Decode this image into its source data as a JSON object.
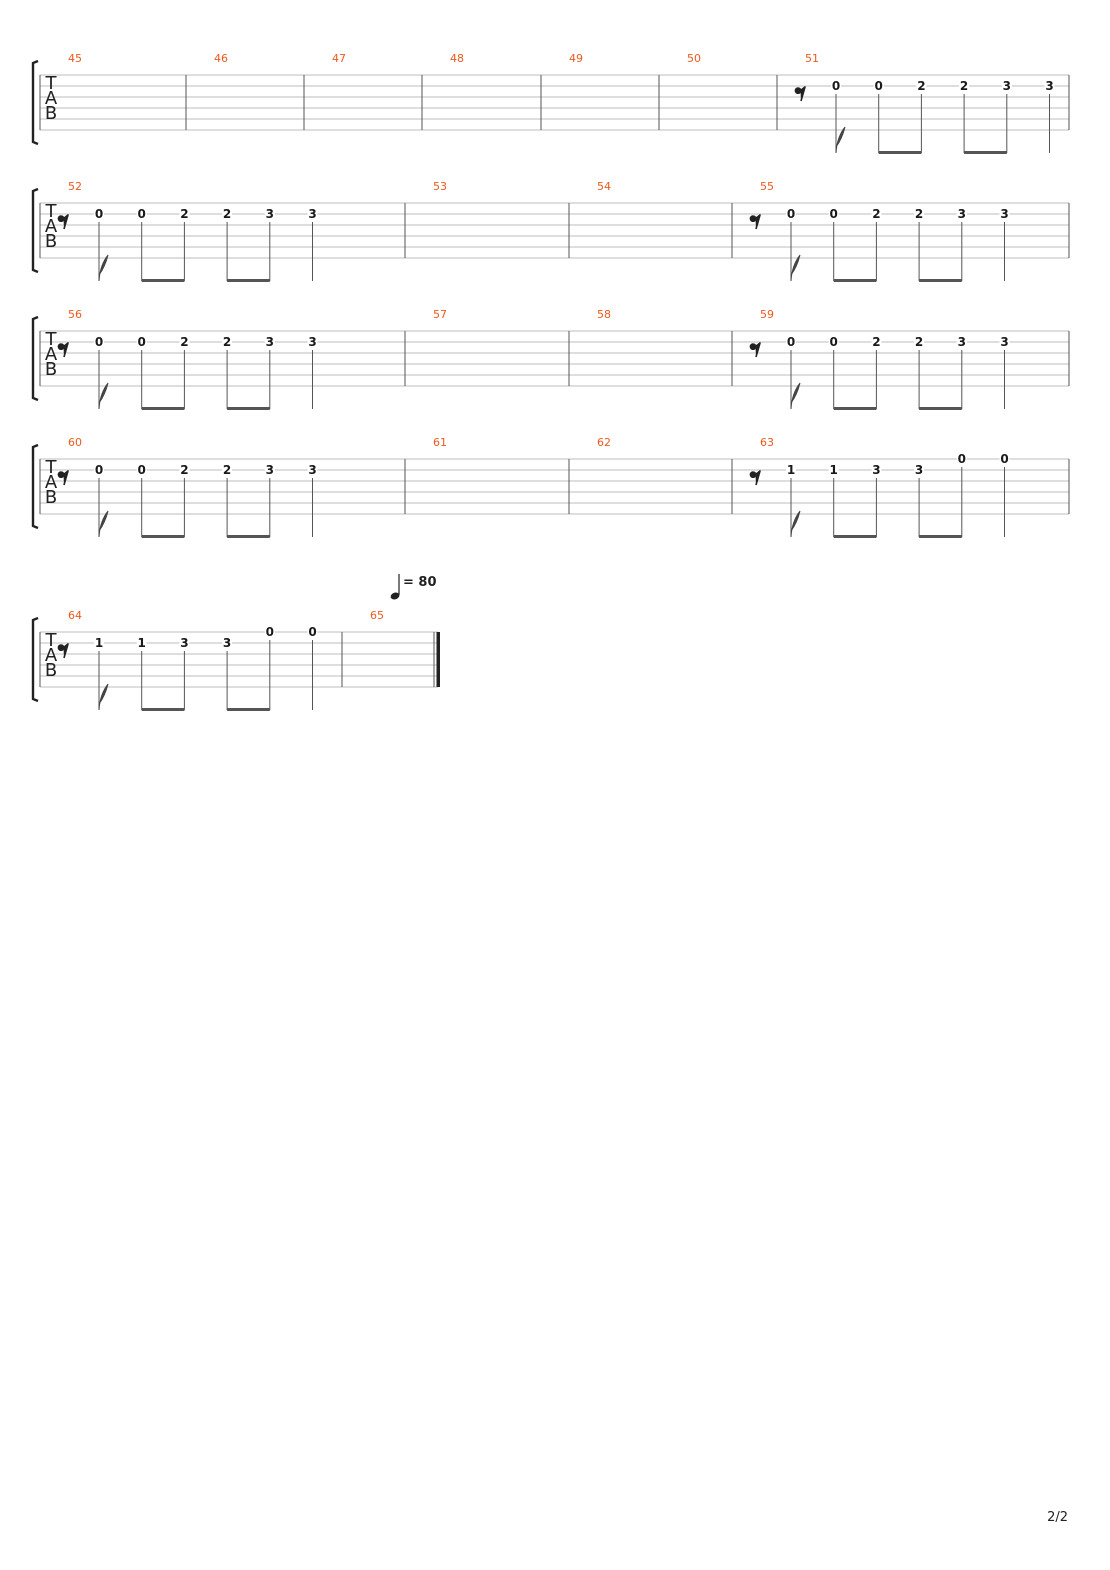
{
  "tab_label": [
    "T",
    "A",
    "B"
  ],
  "tempo": "= 80",
  "page_number": "2/2",
  "systems": [
    {
      "measures": [
        {
          "num": "45",
          "notes": []
        },
        {
          "num": "46",
          "notes": []
        },
        {
          "num": "47",
          "notes": []
        },
        {
          "num": "48",
          "notes": []
        },
        {
          "num": "49",
          "notes": []
        },
        {
          "num": "50",
          "notes": []
        },
        {
          "num": "51",
          "rest": true,
          "notes": [
            {
              "fret": "0",
              "string": 1
            },
            {
              "fret": "0",
              "string": 1
            },
            {
              "fret": "2",
              "string": 1
            },
            {
              "fret": "2",
              "string": 1
            },
            {
              "fret": "3",
              "string": 1
            },
            {
              "fret": "3",
              "string": 1
            }
          ]
        }
      ]
    },
    {
      "measures": [
        {
          "num": "52",
          "rest": true,
          "notes": [
            {
              "fret": "0",
              "string": 1
            },
            {
              "fret": "0",
              "string": 1
            },
            {
              "fret": "2",
              "string": 1
            },
            {
              "fret": "2",
              "string": 1
            },
            {
              "fret": "3",
              "string": 1
            },
            {
              "fret": "3",
              "string": 1
            }
          ]
        },
        {
          "num": "53",
          "notes": []
        },
        {
          "num": "54",
          "notes": []
        },
        {
          "num": "55",
          "rest": true,
          "notes": [
            {
              "fret": "0",
              "string": 1
            },
            {
              "fret": "0",
              "string": 1
            },
            {
              "fret": "2",
              "string": 1
            },
            {
              "fret": "2",
              "string": 1
            },
            {
              "fret": "3",
              "string": 1
            },
            {
              "fret": "3",
              "string": 1
            }
          ]
        }
      ]
    },
    {
      "measures": [
        {
          "num": "56",
          "rest": true,
          "notes": [
            {
              "fret": "0",
              "string": 1
            },
            {
              "fret": "0",
              "string": 1
            },
            {
              "fret": "2",
              "string": 1
            },
            {
              "fret": "2",
              "string": 1
            },
            {
              "fret": "3",
              "string": 1
            },
            {
              "fret": "3",
              "string": 1
            }
          ]
        },
        {
          "num": "57",
          "notes": []
        },
        {
          "num": "58",
          "notes": []
        },
        {
          "num": "59",
          "rest": true,
          "notes": [
            {
              "fret": "0",
              "string": 1
            },
            {
              "fret": "0",
              "string": 1
            },
            {
              "fret": "2",
              "string": 1
            },
            {
              "fret": "2",
              "string": 1
            },
            {
              "fret": "3",
              "string": 1
            },
            {
              "fret": "3",
              "string": 1
            }
          ]
        }
      ]
    },
    {
      "measures": [
        {
          "num": "60",
          "rest": true,
          "notes": [
            {
              "fret": "0",
              "string": 1
            },
            {
              "fret": "0",
              "string": 1
            },
            {
              "fret": "2",
              "string": 1
            },
            {
              "fret": "2",
              "string": 1
            },
            {
              "fret": "3",
              "string": 1
            },
            {
              "fret": "3",
              "string": 1
            }
          ]
        },
        {
          "num": "61",
          "notes": []
        },
        {
          "num": "62",
          "notes": []
        },
        {
          "num": "63",
          "rest": true,
          "notes": [
            {
              "fret": "1",
              "string": 1
            },
            {
              "fret": "1",
              "string": 1
            },
            {
              "fret": "3",
              "string": 1
            },
            {
              "fret": "3",
              "string": 1
            },
            {
              "fret": "0",
              "string": 0
            },
            {
              "fret": "0",
              "string": 0
            }
          ]
        }
      ]
    },
    {
      "tempo_marked": true,
      "final": true,
      "measures": [
        {
          "num": "64",
          "rest": true,
          "notes": [
            {
              "fret": "1",
              "string": 1
            },
            {
              "fret": "1",
              "string": 1
            },
            {
              "fret": "3",
              "string": 1
            },
            {
              "fret": "3",
              "string": 1
            },
            {
              "fret": "0",
              "string": 0
            },
            {
              "fret": "0",
              "string": 0
            }
          ]
        },
        {
          "num": "65",
          "notes": []
        }
      ]
    }
  ]
}
